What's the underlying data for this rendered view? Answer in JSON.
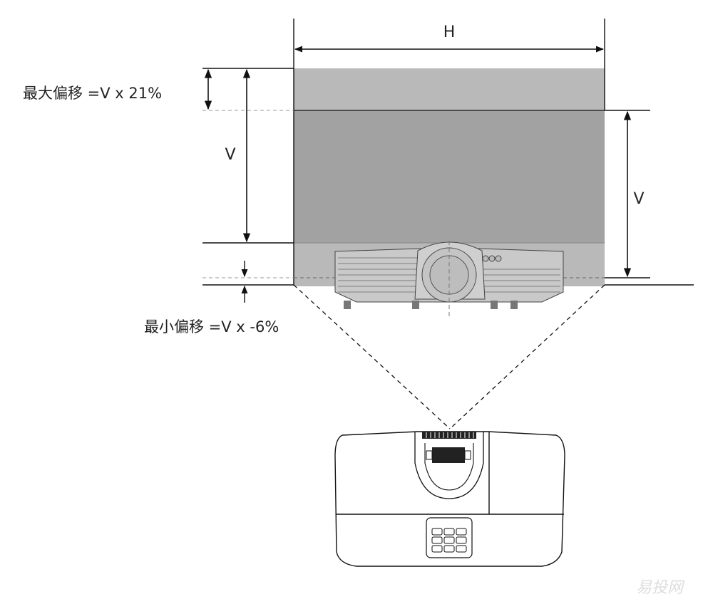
{
  "labels": {
    "width_label": "H",
    "height_label_left": "V",
    "height_label_right": "V",
    "max_offset": "最大偏移 =V x 21%",
    "min_offset": "最小偏移 =V x -6%"
  },
  "watermark": "易投网",
  "colors": {
    "screen_outer": "#b9b9b9",
    "screen_inner": "#a2a2a2",
    "line": "#111111",
    "dashed": "#9a9a9a"
  }
}
